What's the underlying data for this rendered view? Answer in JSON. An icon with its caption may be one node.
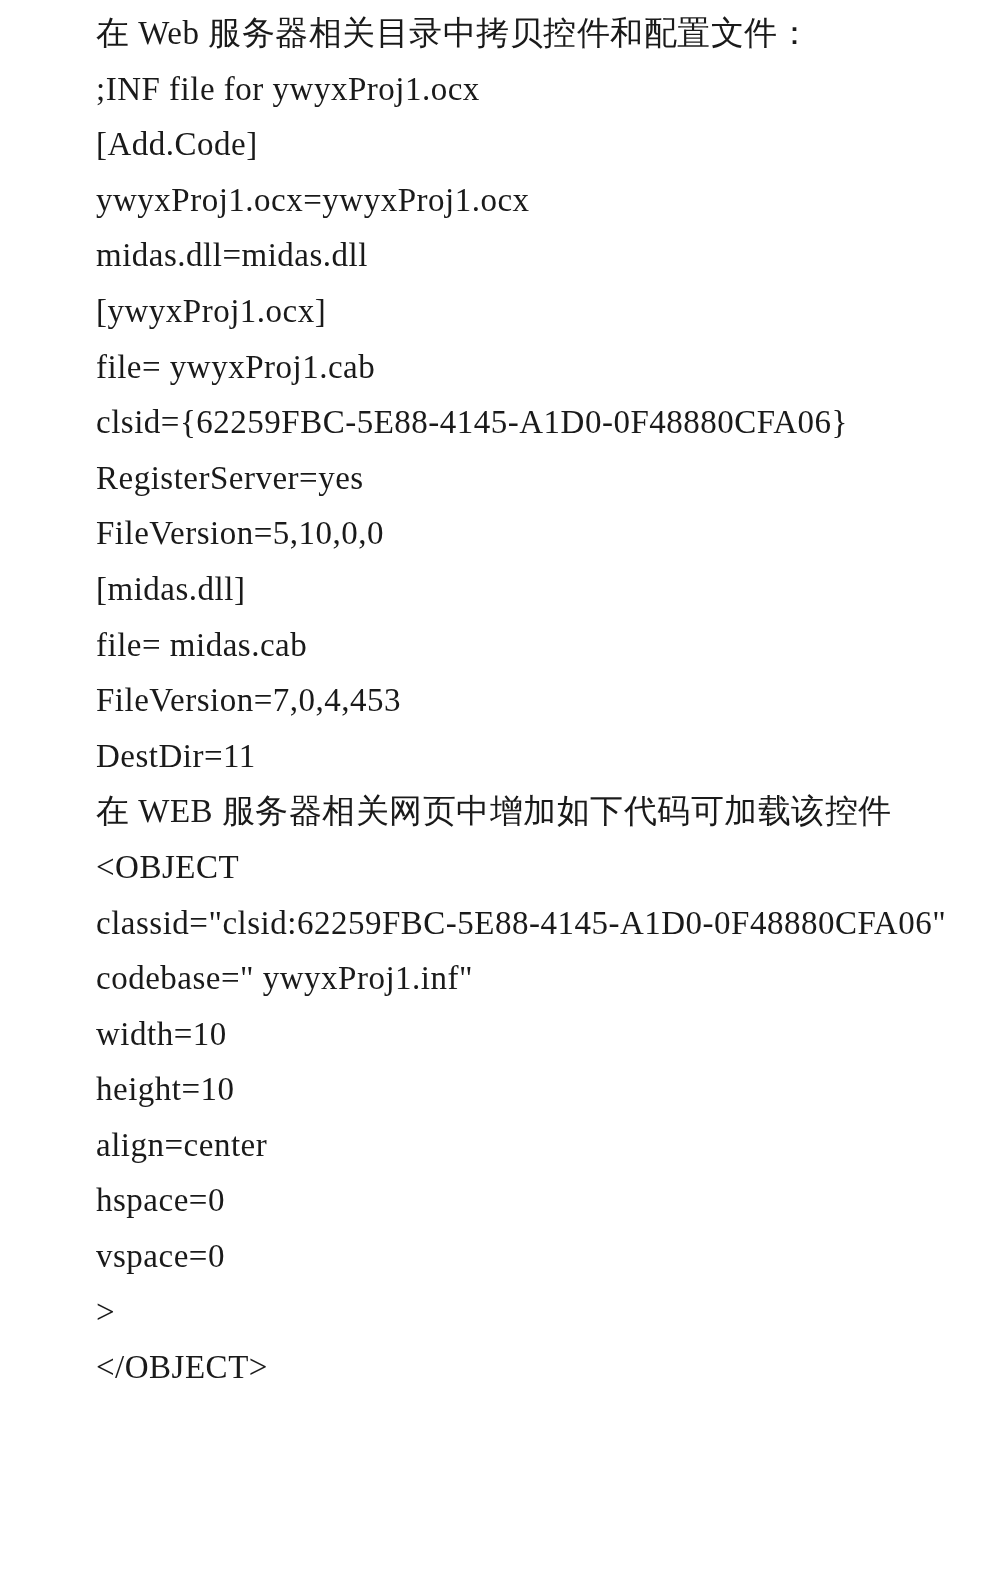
{
  "diagram": {
    "labels": [
      "在 Web 服务器相关目录中拷贝控件和配置文件：",
      ";INF file for ywyxProj1.ocx",
      "[Add.Code]",
      "ywyxProj1.ocx=ywyxProj1.ocx",
      "midas.dll=midas.dll",
      "[ywyxProj1.ocx]",
      "file= ywyxProj1.cab",
      "clsid={62259FBC-5E88-4145-A1D0-0F48880CFA06}",
      "RegisterServer=yes",
      "FileVersion=5,10,0,0",
      "[midas.dll]",
      "file= midas.cab",
      "FileVersion=7,0,4,453",
      "DestDir=11",
      "在 WEB 服务器相关网页中增加如下代码可加载该控件",
      "<OBJECT",
      "classid=\"clsid:62259FBC-5E88-4145-A1D0-0F48880CFA06\"",
      "codebase=\" ywyxProj1.inf\"",
      "width=10",
      "height=10",
      "align=center",
      "hspace=0",
      "vspace=0",
      ">",
      "</OBJECT>"
    ]
  }
}
